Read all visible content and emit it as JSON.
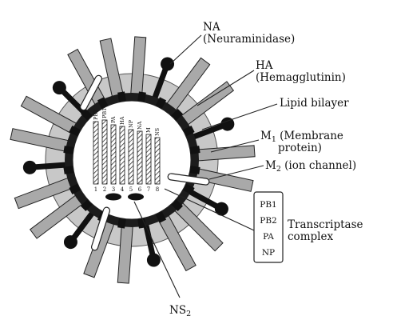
{
  "labels": {
    "na": "NA",
    "na_full": "(Neuraminidase)",
    "ha": "HA",
    "ha_full": "(Hemagglutinin)",
    "lipid": "Lipid bilayer",
    "m1_prefix": "M",
    "m1_sub": "1",
    "m1_rest": " (Membrane",
    "m1_line2": "protein)",
    "m2_prefix": "M",
    "m2_sub": "2",
    "m2_rest": " (ion channel)",
    "transcriptase_line1": "Transcriptase",
    "transcriptase_line2": "complex",
    "ns2_prefix": "NS",
    "ns2_sub": "2"
  },
  "complex_proteins": [
    "PB1",
    "PB2",
    "PA",
    "NP"
  ],
  "segments": [
    {
      "name": "PB2",
      "number": "1"
    },
    {
      "name": "PB1",
      "number": "2"
    },
    {
      "name": "PA",
      "number": "3"
    },
    {
      "name": "HA",
      "number": "4"
    },
    {
      "name": "NP",
      "number": "5"
    },
    {
      "name": "NA",
      "number": "6"
    },
    {
      "name": "M",
      "number": "7"
    },
    {
      "name": "NS",
      "number": "8"
    }
  ],
  "colors": {
    "spike_fill": "#a9a9a9",
    "envelope_outer": "#c8c8c8",
    "membrane_dark": "#1c1c1c",
    "outline": "#222222"
  }
}
